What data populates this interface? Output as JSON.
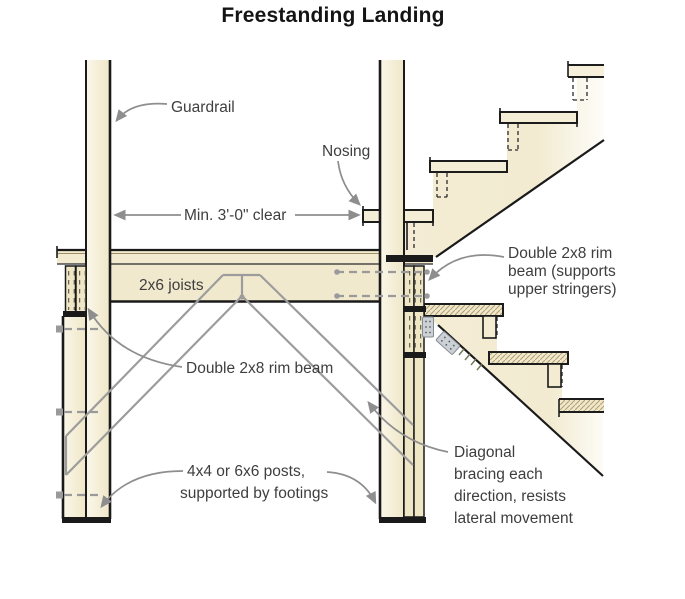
{
  "title": "Freestanding Landing",
  "colors": {
    "background": "#ffffff",
    "wood_fill": "#f3ecd2",
    "wood_light": "#fbf7e9",
    "outline_black": "#1a1a1a",
    "annotation_gray": "#8e8e8e",
    "brace_gray": "#9c9c9c",
    "tread_hatch": "#b2a177",
    "grain_dark": "#4b4435",
    "bracket_fill": "#ccd1d6",
    "label_text": "#3e3e3e"
  },
  "labels": {
    "guardrail": "Guardrail",
    "nosing": "Nosing",
    "min_clear": "Min. 3'-0\" clear",
    "joists": "2x6 joists",
    "rim_beam_upper": [
      "Double 2x8 rim",
      "beam (supports",
      "upper stringers)"
    ],
    "rim_beam_center": "Double 2x8 rim beam",
    "posts": [
      "4x4 or 6x6 posts,",
      "supported by footings"
    ],
    "bracing": [
      "Diagonal",
      "bracing each",
      "direction, resists",
      "lateral movement"
    ]
  }
}
